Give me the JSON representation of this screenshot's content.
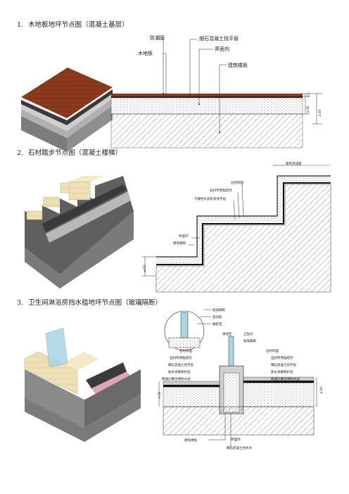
{
  "sections": [
    {
      "num": "1.",
      "title": "木地板地坪节点图（混凝土基层）"
    },
    {
      "num": "2.",
      "title": "石材踏步节点图（混凝土楼梯）"
    },
    {
      "num": "3.",
      "title": "卫生间淋浴房挡水槛地坪节点图（玻璃隔断）"
    }
  ],
  "fig1": {
    "labels": [
      "防潮膜",
      "细石混凝土找平层",
      "木地板",
      "界面剂",
      "建筑楼板"
    ],
    "dims": [
      "12",
      "±30",
      "±50"
    ]
  },
  "fig2": {
    "labels": [
      "建筑完成面",
      "石材饰面",
      "石材专用粘结剂",
      "干硬性水泥砂浆找平层",
      "界面剂",
      "建筑楼梯"
    ],
    "dims": [
      "±50"
    ]
  },
  "fig3": {
    "labels": [
      "玻璃隔断",
      "密封胶",
      "橡胶垫",
      "淋浴区",
      "卫生间",
      "玻璃隔断",
      "石材饰面",
      "石材专用粘结剂",
      "细石混凝土找平层",
      "防水涂膜保护层",
      "两遍JS聚合物防水层",
      "石材饰面",
      "石材专用粘结剂",
      "细石混凝土找平层",
      "防水涂膜保护层",
      "两遍JS聚合物防水层",
      "建筑楼板",
      "界面剂",
      "细石混凝土挡水坎"
    ],
    "dims": [
      "±30",
      "±30"
    ]
  },
  "colors": {
    "wood": "#8b3a1e",
    "stone": "#efe2b8",
    "concrete": "#9a9a9a",
    "mortar": "#c8c8c8",
    "membrane": "#3a3a3a",
    "waterproof": "#e0a4b4",
    "glass": "#a9d5e5"
  }
}
